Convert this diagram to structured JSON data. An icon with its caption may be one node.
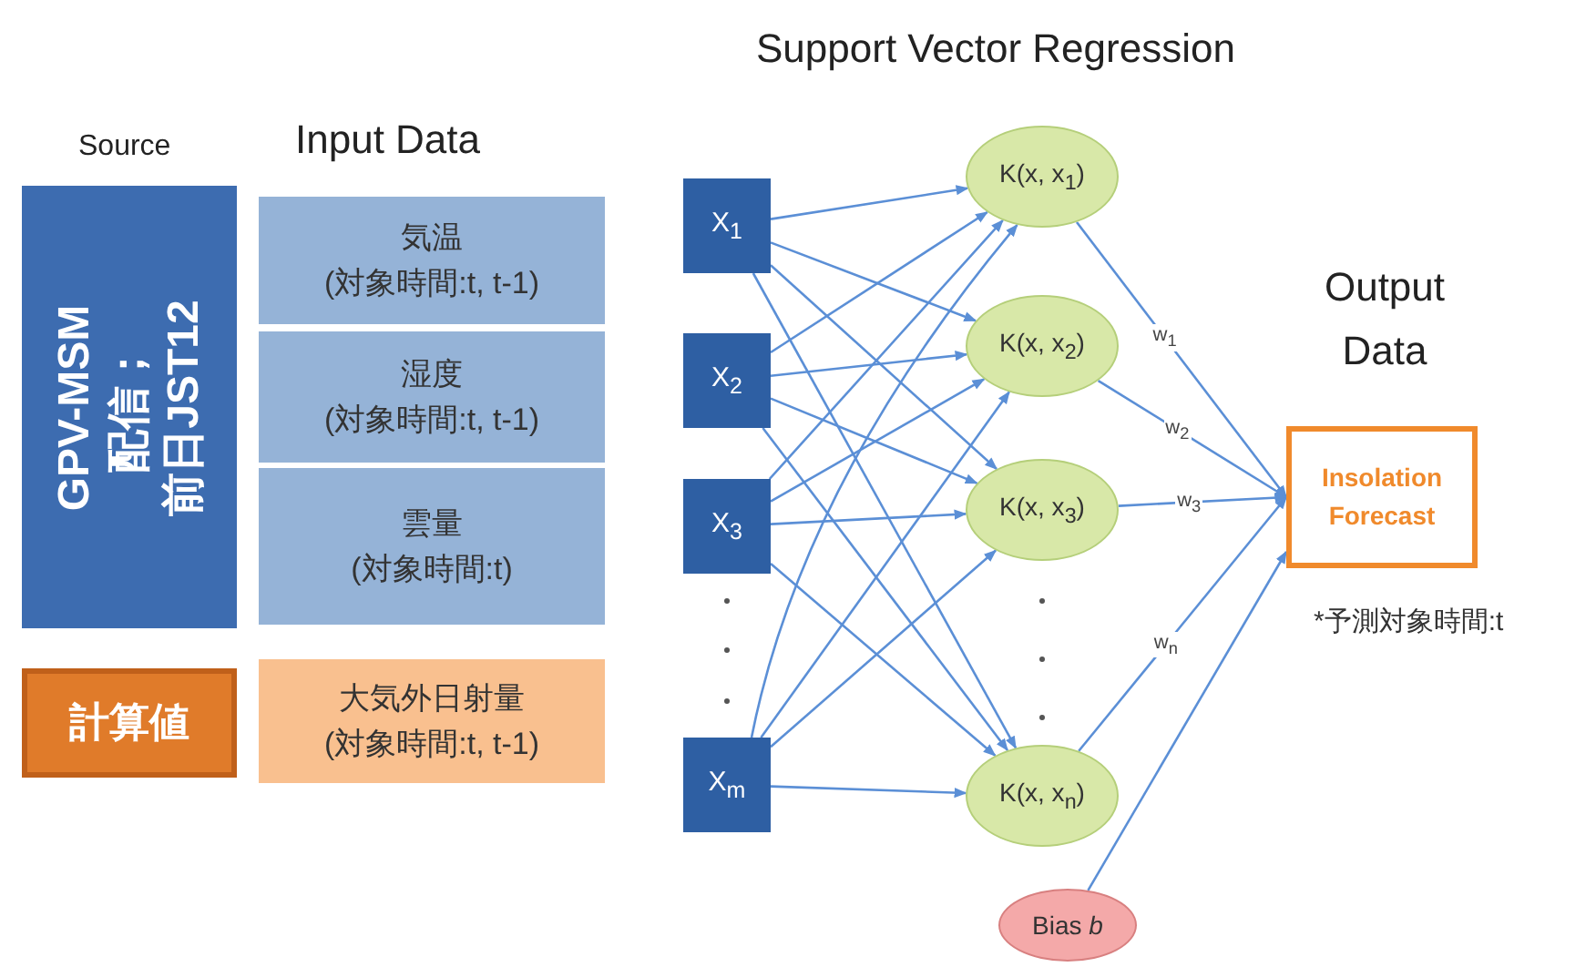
{
  "diagram": {
    "title": "Support Vector Regression",
    "nodes": [
      {
        "text": [
          "GPV-MSM 配信；前日JST12"
        ]
      },
      {
        "text": [
          "気温",
          "(対象時間:t, t-1)"
        ]
      },
      {
        "text": [
          "湿度",
          "(対象時間:t, t-1)"
        ]
      },
      {
        "text": [
          "雲量",
          "(対象時間:t)"
        ]
      },
      {
        "text": [
          "計算値"
        ]
      },
      {
        "text": [
          "大気外日射量",
          "(対象時間:t, t-1)"
        ]
      },
      {
        "text": [
          "X$_{1}$"
        ]
      },
      {
        "text": [
          "X$_{2}$"
        ]
      },
      {
        "text": [
          "X$_{3}$"
        ]
      },
      {
        "text": [
          "X$_{m}$"
        ]
      },
      {
        "text": [
          "K(x, x$_{1}$)"
        ]
      },
      {
        "text": [
          "K(x, x$_{2}$)"
        ]
      },
      {
        "text": [
          "K(x, x$_{3}$)"
        ]
      },
      {
        "text": [
          "K(x, x$_{n}$)"
        ]
      },
      {
        "text": [
          "Bias *b*"
        ]
      },
      {
        "text": [
          "Insolation Forecast"
        ],
        "beside": [
          "*予測対象時間:t"
        ]
      }
    ],
    "edges": [
      {
        "from": 6,
        "to": 10,
        "arrow": "to"
      },
      {
        "from": 6,
        "to": 11,
        "arrow": "to"
      },
      {
        "from": 6,
        "to": 12,
        "arrow": "to"
      },
      {
        "from": 6,
        "to": 13,
        "arrow": "to"
      },
      {
        "from": 7,
        "to": 10,
        "arrow": "to"
      },
      {
        "from": 7,
        "to": 11,
        "arrow": "to"
      },
      {
        "from": 7,
        "to": 12,
        "arrow": "to"
      },
      {
        "from": 7,
        "to": 13,
        "arrow": "to"
      },
      {
        "from": 8,
        "to": 10,
        "arrow": "to"
      },
      {
        "from": 8,
        "to": 11,
        "arrow": "to"
      },
      {
        "from": 8,
        "to": 12,
        "arrow": "to"
      },
      {
        "from": 8,
        "to": 13,
        "arrow": "to"
      },
      {
        "from": 9,
        "to": 10,
        "arrow": "to"
      },
      {
        "from": 9,
        "to": 11,
        "arrow": "to"
      },
      {
        "from": 9,
        "to": 12,
        "arrow": "to"
      },
      {
        "from": 9,
        "to": 13,
        "arrow": "to"
      },
      {
        "from": 10,
        "to": 15,
        "arrow": "to",
        "label": "w$_{1}$"
      },
      {
        "from": 11,
        "to": 15,
        "arrow": "to",
        "label": "w$_{2}$"
      },
      {
        "from": 12,
        "to": 15,
        "arrow": "to",
        "label": "w$_{3}$"
      },
      {
        "from": 13,
        "to": 15,
        "arrow": "to",
        "label": "w$_{n}$"
      },
      {
        "from": 14,
        "to": 15,
        "arrow": "to"
      }
    ],
    "labels": [
      "Source",
      "Input Data",
      "Output Data"
    ]
  }
}
